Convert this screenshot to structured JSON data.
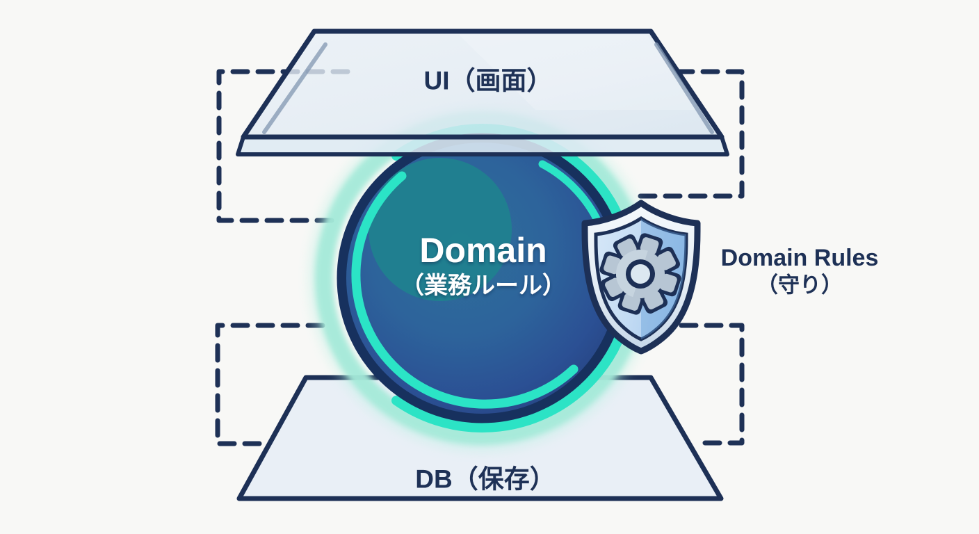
{
  "ui_plane": {
    "label": "UI（画面）"
  },
  "domain": {
    "title": "Domain",
    "subtitle": "（業務ルール）"
  },
  "domain_rules": {
    "line1": "Domain Rules",
    "line2": "（守り）"
  },
  "db_plane": {
    "label": "DB（保存）"
  },
  "icons": {
    "shield": "shield-gear-icon",
    "gear": "gear-icon"
  },
  "colors": {
    "background": "#f8f8f6",
    "outline_navy": "#1d3056",
    "text_navy": "#1e3156",
    "text_white": "#ffffff",
    "cyan_ring": "#2ce3c5",
    "glow_mint": "#a5ead9",
    "circle_blue": "#2b5394",
    "circle_steel_teal": "#2e6f9a",
    "inner_teal": "#20818f",
    "glass_fill": "#e7eef5",
    "shield_rim": "#eef4fa",
    "shield_inner_left": "#d3e5f7",
    "shield_inner_right": "#8db9e6",
    "gear_fill": "#b7c6d4"
  }
}
